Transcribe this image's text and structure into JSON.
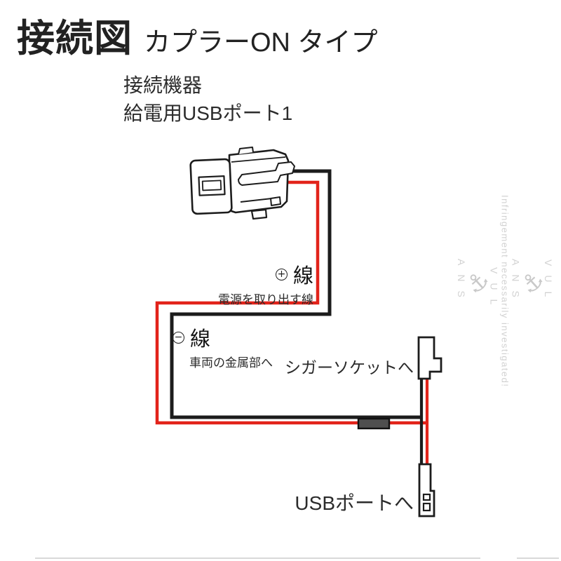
{
  "title": {
    "main": "接続図",
    "type_label": "カプラーON タイプ"
  },
  "device_caption": {
    "line1": "接続機器",
    "line2": "給電用USBポート1"
  },
  "plus_wire": {
    "symbol": "+",
    "label": "線",
    "description": "電源を取り出す線"
  },
  "minus_wire": {
    "symbol": "−",
    "label": "線",
    "description": "車両の金属部へ"
  },
  "connector_labels": {
    "cigar_socket": "シガーソケットへ",
    "usb_port": "USBポートへ"
  },
  "watermark": {
    "brand_prefix": "VUL",
    "brand_suffix": "ANS",
    "anchor": "⚓",
    "statement": "Infringement necessarily investigated!"
  },
  "colors": {
    "wire_red": "#e2231a",
    "wire_black": "#1c1c1c",
    "fuse_fill": "#4f4f4f",
    "outline": "#1c1c1c",
    "watermark": "#d2d2d2"
  }
}
